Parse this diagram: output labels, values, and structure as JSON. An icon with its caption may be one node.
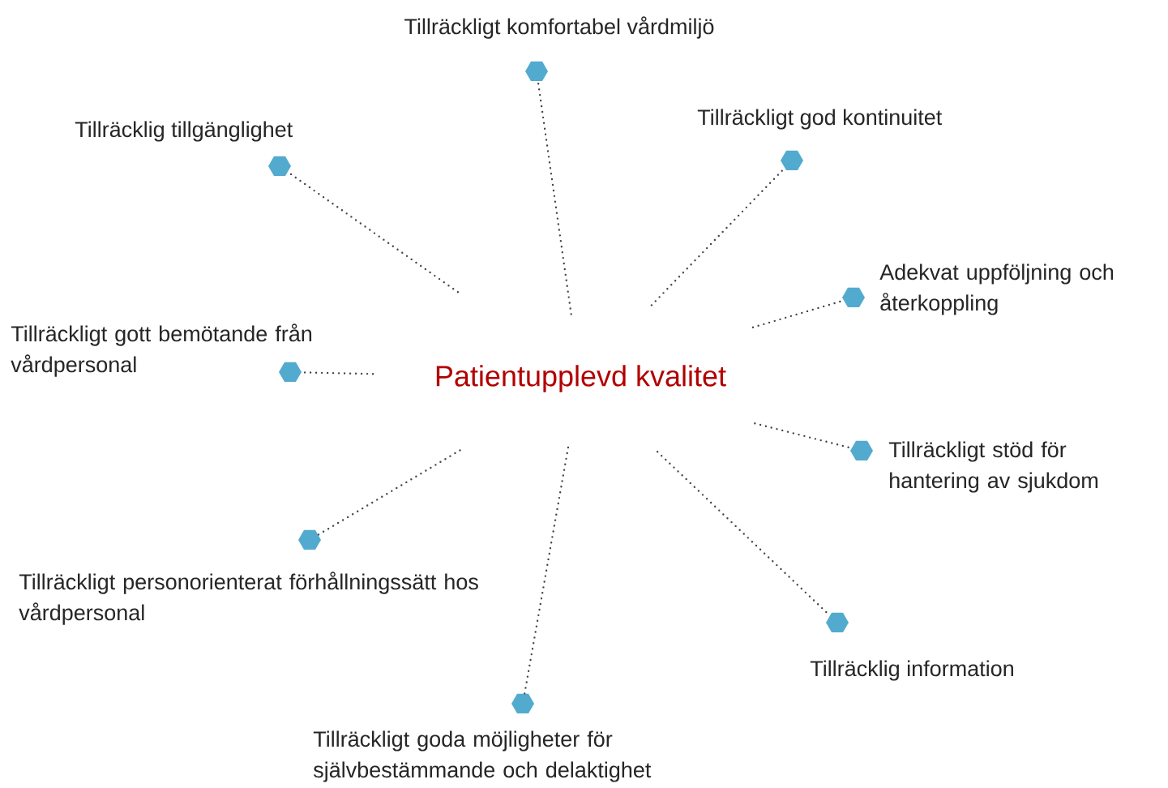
{
  "diagram": {
    "nodes": [
      {
        "text": [
          "Patientupplevd kvalitet"
        ]
      },
      {
        "text": [],
        "shape": "hexagon",
        "beside": [
          "Tillräckligt komfortabel vårdmiljö"
        ]
      },
      {
        "text": [],
        "shape": "hexagon",
        "beside": [
          "Tillräcklig tillgänglighet"
        ]
      },
      {
        "text": [],
        "shape": "hexagon",
        "beside": [
          "Tillräckligt god kontinuitet"
        ]
      },
      {
        "text": [],
        "shape": "hexagon",
        "beside": [
          "Adekvat uppföljning och återkoppling"
        ]
      },
      {
        "text": [],
        "shape": "hexagon",
        "beside": [
          "Tillräckligt gott bemötande från vårdpersonal"
        ]
      },
      {
        "text": [],
        "shape": "hexagon",
        "beside": [
          "Tillräckligt stöd för hantering av sjukdom"
        ]
      },
      {
        "text": [],
        "shape": "hexagon",
        "beside": [
          "Tillräckligt personorienterat förhållningssätt hos vårdpersonal"
        ]
      },
      {
        "text": [],
        "shape": "hexagon",
        "beside": [
          "Tillräcklig information"
        ]
      },
      {
        "text": [],
        "shape": "hexagon",
        "beside": [
          "Tillräckligt goda möjligheter för självbestämmande och delaktighet"
        ]
      }
    ],
    "edges": [
      {
        "from": 0,
        "to": 1,
        "arrow": "none"
      },
      {
        "from": 0,
        "to": 2,
        "arrow": "none"
      },
      {
        "from": 0,
        "to": 3,
        "arrow": "none"
      },
      {
        "from": 0,
        "to": 4,
        "arrow": "none"
      },
      {
        "from": 0,
        "to": 5,
        "arrow": "none"
      },
      {
        "from": 0,
        "to": 6,
        "arrow": "none"
      },
      {
        "from": 0,
        "to": 7,
        "arrow": "none"
      },
      {
        "from": 0,
        "to": 8,
        "arrow": "none"
      },
      {
        "from": 0,
        "to": 9,
        "arrow": "none"
      }
    ]
  }
}
